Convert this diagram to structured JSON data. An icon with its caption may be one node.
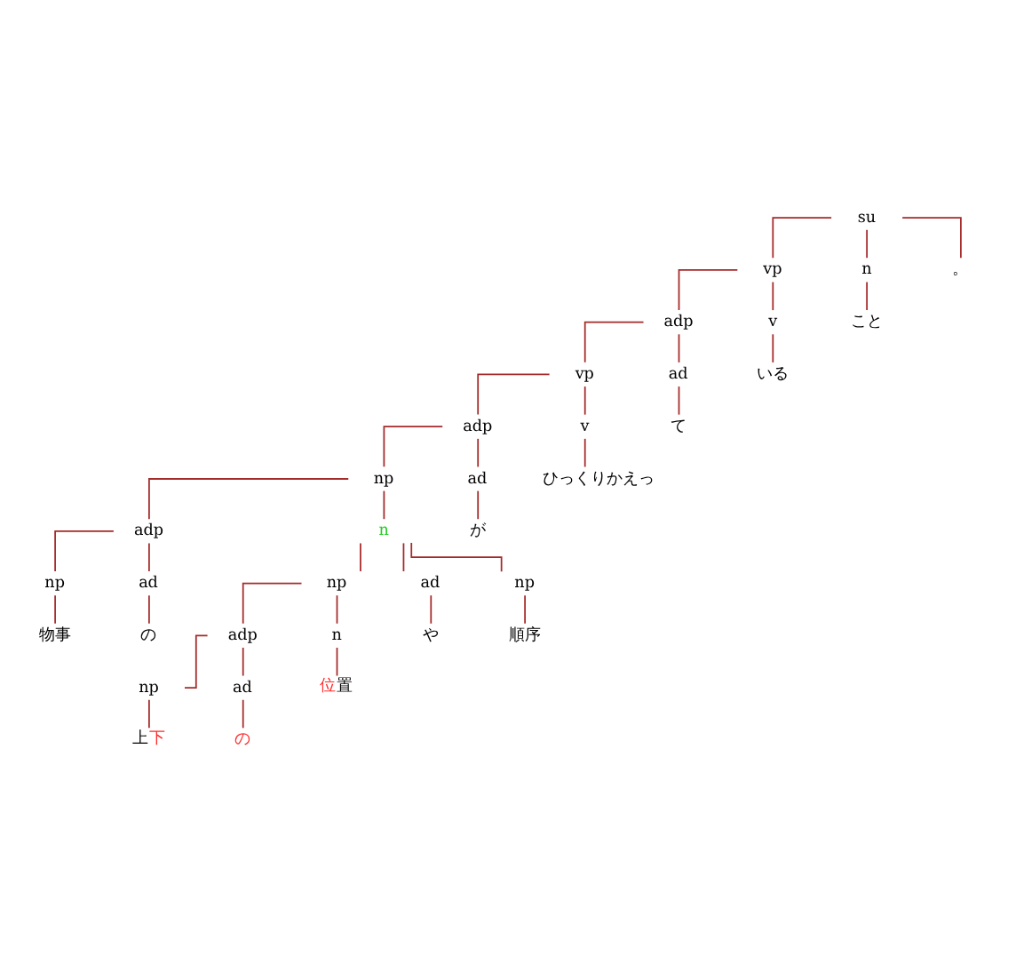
{
  "diagram": {
    "nodes": [
      {
        "text": [
          "su"
        ]
      },
      {
        "text": [
          "vp"
        ]
      },
      {
        "text": [
          "adp"
        ]
      },
      {
        "text": [
          "vp"
        ]
      },
      {
        "text": [
          "adp"
        ]
      },
      {
        "text": [
          "np"
        ]
      },
      {
        "text": [
          "adp"
        ]
      },
      {
        "text": [
          "np"
        ]
      },
      {
        "text": [
          "物事"
        ]
      },
      {
        "text": [
          "ad"
        ]
      },
      {
        "text": [
          "の"
        ]
      },
      {
        "text": [
          "n"
        ]
      },
      {
        "text": [
          "np"
        ]
      },
      {
        "text": [
          "adp"
        ]
      },
      {
        "text": [
          "np"
        ]
      },
      {
        "text": [
          "上下"
        ]
      },
      {
        "text": [
          "ad"
        ]
      },
      {
        "text": [
          "の"
        ]
      },
      {
        "text": [
          "n"
        ]
      },
      {
        "text": [
          "位置"
        ]
      },
      {
        "text": [
          "ad"
        ]
      },
      {
        "text": [
          "や"
        ]
      },
      {
        "text": [
          "np"
        ]
      },
      {
        "text": [
          "順序"
        ]
      },
      {
        "text": [
          "ad"
        ]
      },
      {
        "text": [
          "が"
        ]
      },
      {
        "text": [
          "v"
        ]
      },
      {
        "text": [
          "ひっくりかえっ"
        ]
      },
      {
        "text": [
          "ad"
        ]
      },
      {
        "text": [
          "て"
        ]
      },
      {
        "text": [
          "v"
        ]
      },
      {
        "text": [
          "いる"
        ]
      },
      {
        "text": [
          "n"
        ]
      },
      {
        "text": [
          "こと"
        ]
      },
      {
        "text": [
          "。"
        ]
      }
    ],
    "edges": [
      {
        "from": 0,
        "to": 1,
        "arrow": "none"
      },
      {
        "from": 0,
        "to": 32,
        "arrow": "none"
      },
      {
        "from": 0,
        "to": 34,
        "arrow": "none"
      },
      {
        "from": 1,
        "to": 2,
        "arrow": "none"
      },
      {
        "from": 1,
        "to": 30,
        "arrow": "none"
      },
      {
        "from": 2,
        "to": 3,
        "arrow": "none"
      },
      {
        "from": 2,
        "to": 28,
        "arrow": "none"
      },
      {
        "from": 3,
        "to": 4,
        "arrow": "none"
      },
      {
        "from": 3,
        "to": 26,
        "arrow": "none"
      },
      {
        "from": 4,
        "to": 5,
        "arrow": "none"
      },
      {
        "from": 4,
        "to": 24,
        "arrow": "none"
      },
      {
        "from": 5,
        "to": 6,
        "arrow": "none"
      },
      {
        "from": 5,
        "to": 11,
        "arrow": "none"
      },
      {
        "from": 6,
        "to": 7,
        "arrow": "none"
      },
      {
        "from": 6,
        "to": 9,
        "arrow": "none"
      },
      {
        "from": 7,
        "to": 8,
        "arrow": "none"
      },
      {
        "from": 9,
        "to": 10,
        "arrow": "none"
      },
      {
        "from": 11,
        "to": 12,
        "arrow": "none"
      },
      {
        "from": 11,
        "to": 20,
        "arrow": "none"
      },
      {
        "from": 11,
        "to": 22,
        "arrow": "none"
      },
      {
        "from": 12,
        "to": 13,
        "arrow": "none"
      },
      {
        "from": 12,
        "to": 18,
        "arrow": "none"
      },
      {
        "from": 13,
        "to": 14,
        "arrow": "none"
      },
      {
        "from": 13,
        "to": 16,
        "arrow": "none"
      },
      {
        "from": 14,
        "to": 15,
        "arrow": "none"
      },
      {
        "from": 16,
        "to": 17,
        "arrow": "none"
      },
      {
        "from": 18,
        "to": 19,
        "arrow": "none"
      },
      {
        "from": 20,
        "to": 21,
        "arrow": "none"
      },
      {
        "from": 22,
        "to": 23,
        "arrow": "none"
      },
      {
        "from": 24,
        "to": 25,
        "arrow": "none"
      },
      {
        "from": 26,
        "to": 27,
        "arrow": "none"
      },
      {
        "from": 28,
        "to": 29,
        "arrow": "none"
      },
      {
        "from": 30,
        "to": 31,
        "arrow": "none"
      },
      {
        "from": 32,
        "to": 33,
        "arrow": "none"
      }
    ]
  }
}
